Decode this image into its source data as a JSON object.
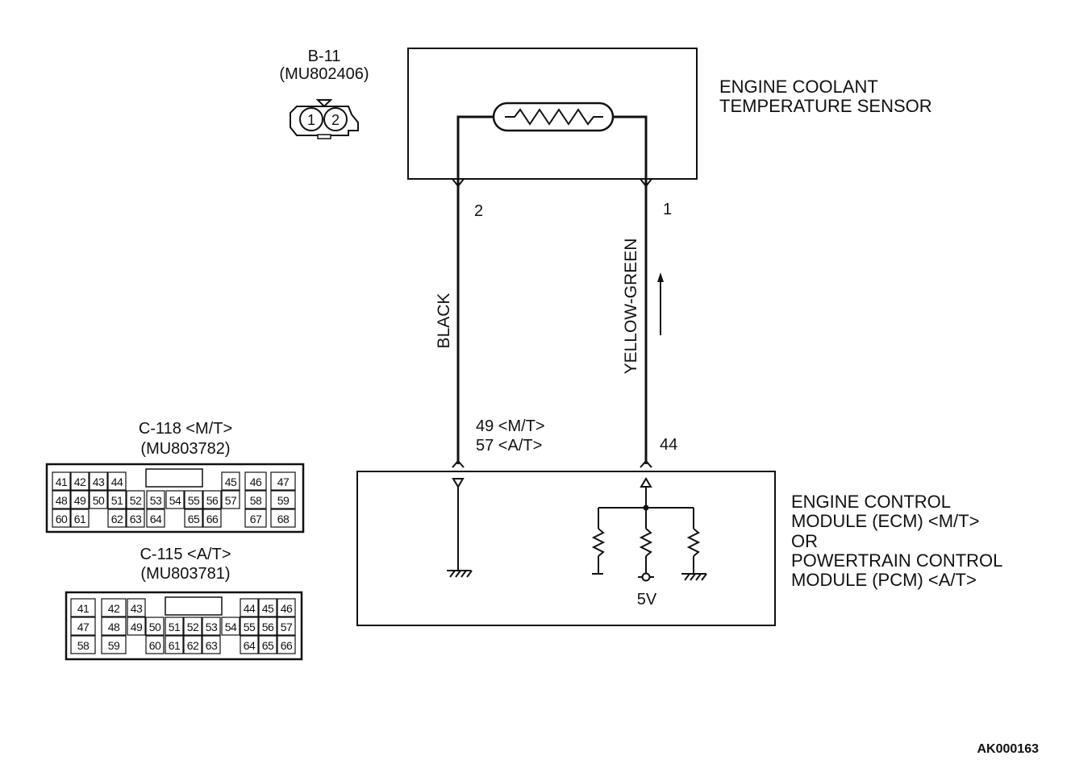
{
  "sensor": {
    "connector_id": "B-11",
    "connector_part": "(MU802406)",
    "connector_pins": [
      "1",
      "2"
    ],
    "name_line1": "ENGINE COOLANT",
    "name_line2": "TEMPERATURE SENSOR"
  },
  "wires": {
    "left_pin": "2",
    "right_pin": "1",
    "left_color": "BLACK",
    "right_color": "YELLOW-GREEN",
    "left_ecm_pin_mt": "49 <M/T>",
    "left_ecm_pin_at": "57 <A/T>",
    "right_ecm_pin": "44"
  },
  "ecm": {
    "line1": "ENGINE CONTROL",
    "line2": "MODULE (ECM) <M/T>",
    "line3": "OR",
    "line4": "POWERTRAIN CONTROL",
    "line5": "MODULE (PCM) <A/T>",
    "supply_label": "5V"
  },
  "connector_c118": {
    "id": "C-118 <M/T>",
    "part": "(MU803782)",
    "rows": [
      [
        "41",
        "42",
        "43",
        "44",
        "45",
        "46",
        "47"
      ],
      [
        "48",
        "49",
        "50",
        "51",
        "52",
        "53",
        "54",
        "55",
        "56",
        "57",
        "58",
        "59"
      ],
      [
        "60",
        "61",
        "62",
        "63",
        "64",
        "65",
        "66",
        "67",
        "68"
      ]
    ]
  },
  "connector_c115": {
    "id": "C-115 <A/T>",
    "part": "(MU803781)",
    "rows": [
      [
        "41",
        "42",
        "43",
        "44",
        "45",
        "46"
      ],
      [
        "47",
        "48",
        "49",
        "50",
        "51",
        "52",
        "53",
        "54",
        "55",
        "56",
        "57"
      ],
      [
        "58",
        "59",
        "60",
        "61",
        "62",
        "63",
        "64",
        "65",
        "66"
      ]
    ]
  },
  "figure_code": "AK000163"
}
